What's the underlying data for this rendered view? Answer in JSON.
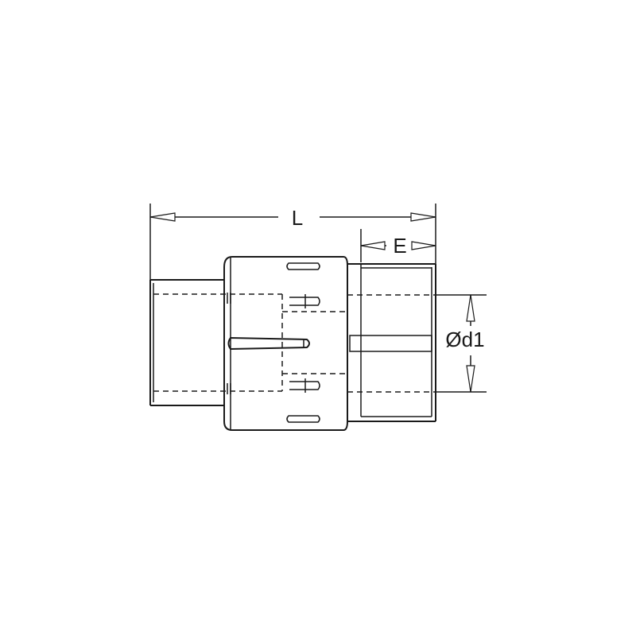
{
  "dimensions": {
    "length_label": "L",
    "end_length_label": "E",
    "diameter_label": "Ød1"
  }
}
